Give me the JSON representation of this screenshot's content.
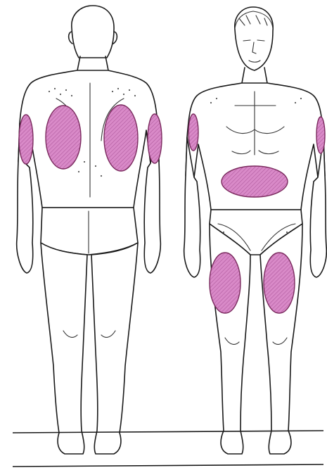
{
  "diagram": {
    "views": [
      "back",
      "front"
    ],
    "colors": {
      "zone_fill": "#d98ac8",
      "zone_hatch": "#b05a9e",
      "line": "#1a1a1a",
      "background": "#ffffff"
    },
    "highlighted_zones": {
      "back": [
        "left-upper-arm",
        "left-upper-back",
        "right-upper-back",
        "right-upper-arm"
      ],
      "front": [
        "left-upper-arm",
        "abdomen",
        "right-upper-arm",
        "left-thigh",
        "right-thigh"
      ]
    }
  }
}
